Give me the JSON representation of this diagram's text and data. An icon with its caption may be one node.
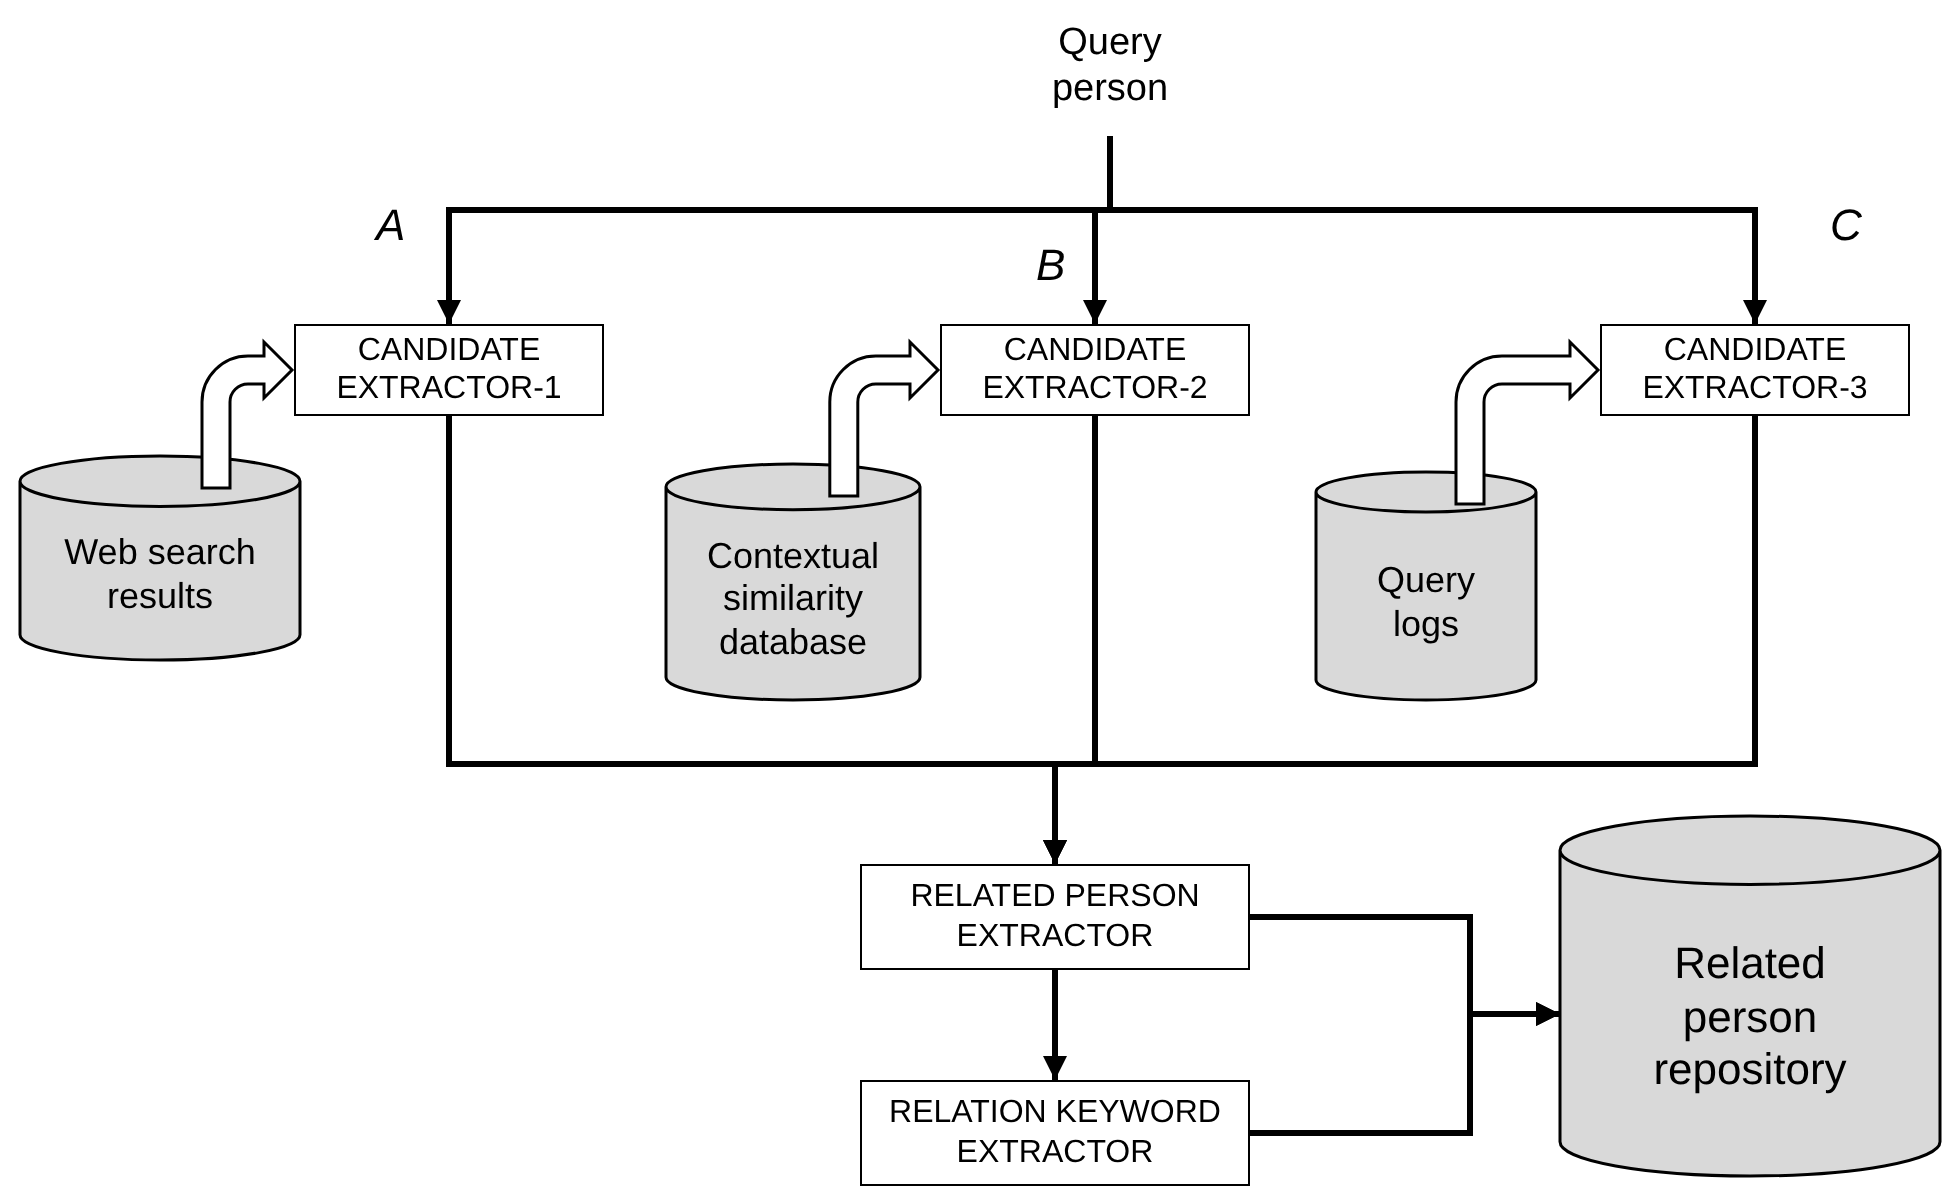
{
  "diagram": {
    "nodes": [
      {
        "text": [
          "Query person"
        ]
      },
      {
        "text": [
          "CANDIDATE EXTRACTOR-1"
        ]
      },
      {
        "text": [
          "CANDIDATE EXTRACTOR-2"
        ]
      },
      {
        "text": [
          "CANDIDATE EXTRACTOR-3"
        ]
      },
      {
        "text": [
          "Web search results"
        ]
      },
      {
        "text": [
          "Contextual similarity database"
        ]
      },
      {
        "text": [
          "Query logs"
        ]
      },
      {
        "text": [
          "RELATED PERSON EXTRACTOR"
        ]
      },
      {
        "text": [
          "RELATION KEYWORD EXTRACTOR"
        ]
      },
      {
        "text": [
          "Related person repository"
        ]
      }
    ],
    "edges": [
      {
        "from": 0,
        "to": 1,
        "arrow": "to"
      },
      {
        "from": 0,
        "to": 2,
        "arrow": "to"
      },
      {
        "from": 0,
        "to": 3,
        "arrow": "to"
      },
      {
        "from": 4,
        "to": 1,
        "arrow": "to"
      },
      {
        "from": 5,
        "to": 2,
        "arrow": "to"
      },
      {
        "from": 6,
        "to": 3,
        "arrow": "to"
      },
      {
        "from": 1,
        "to": 7,
        "arrow": "to"
      },
      {
        "from": 2,
        "to": 7,
        "arrow": "to"
      },
      {
        "from": 3,
        "to": 7,
        "arrow": "to"
      },
      {
        "from": 7,
        "to": 8,
        "arrow": "to"
      },
      {
        "from": 7,
        "to": 9,
        "arrow": "to"
      },
      {
        "from": 8,
        "to": 9,
        "arrow": "to"
      }
    ],
    "labels": [
      "A",
      "B",
      "C"
    ]
  }
}
